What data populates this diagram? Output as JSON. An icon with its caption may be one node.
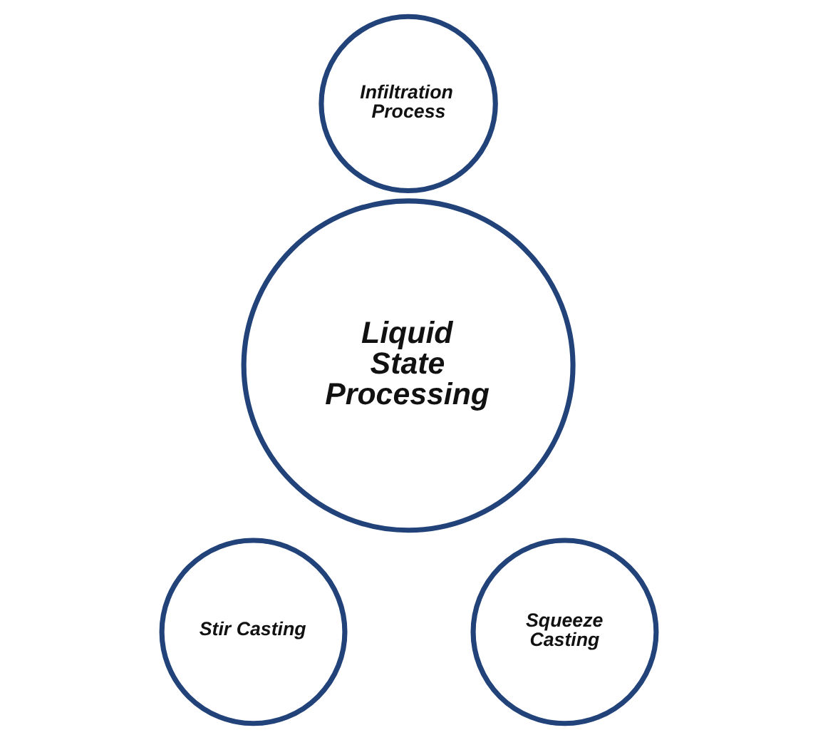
{
  "diagram": {
    "nodes": [
      {
        "text": [
          "Infiltration Process"
        ]
      },
      {
        "text": [
          "Liquid State Processing"
        ]
      },
      {
        "text": [
          "Stir Casting"
        ]
      },
      {
        "text": [
          "Squeeze Casting"
        ]
      }
    ],
    "edges": []
  }
}
